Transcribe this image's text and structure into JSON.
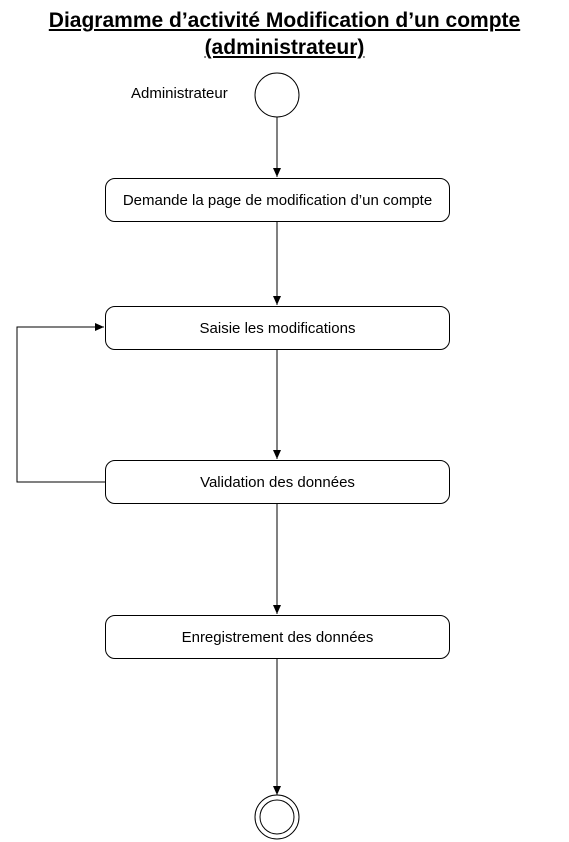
{
  "title_line1": "Diagramme d’activité Modification d’un compte",
  "title_line2": "(administrateur)",
  "actor": "Administrateur",
  "activities": [
    "Demande la page de modification d’un compte",
    "Saisie les modifications",
    "Validation des données",
    "Enregistrement des données"
  ]
}
